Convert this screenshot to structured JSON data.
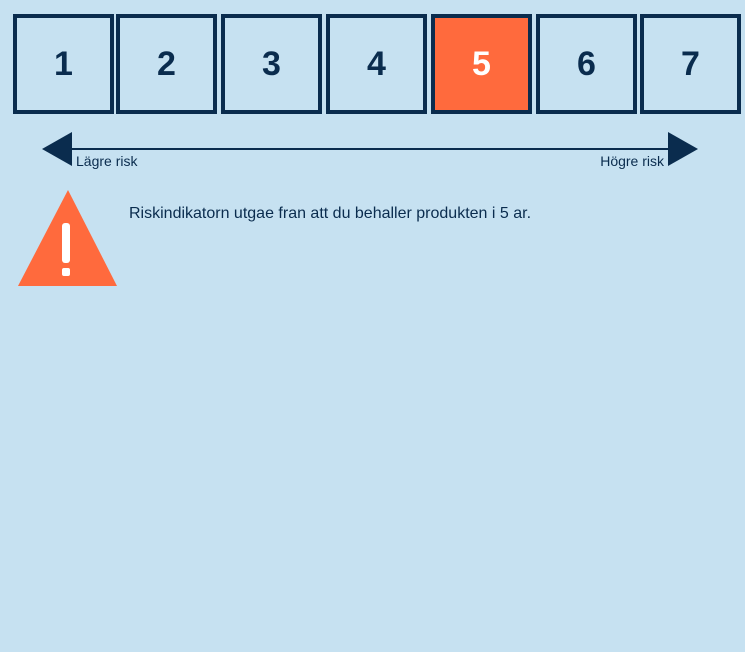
{
  "risk_scale": {
    "levels": [
      "1",
      "2",
      "3",
      "4",
      "5",
      "6",
      "7"
    ],
    "selected": "5",
    "lower_label": "Lägre risk",
    "higher_label": "Högre risk"
  },
  "notice": {
    "icon": "warning-icon",
    "text": "Riskindikatorn utgae fran att du behaller produkten i 5 ar."
  },
  "colors": {
    "background": "#c6e1f1",
    "outline": "#0a2c4e",
    "accent": "#ff6a3d"
  }
}
